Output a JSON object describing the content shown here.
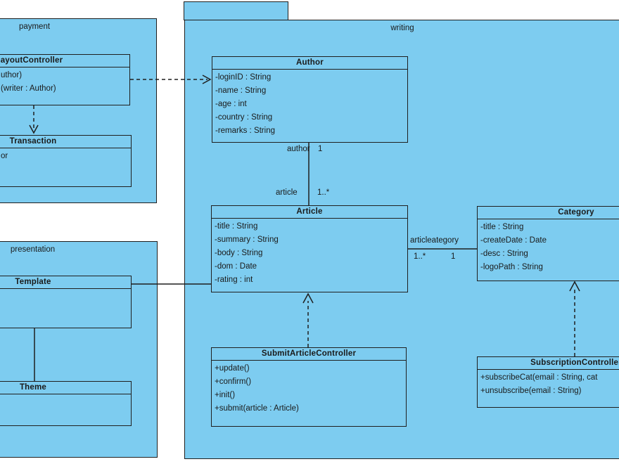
{
  "diagram": {
    "type": "uml-class-diagram",
    "colors": {
      "fill": "#7dccf0",
      "border": "#1f1f1f",
      "background": "#ffffff",
      "text": "#1a1a1a"
    }
  },
  "packages": [
    {
      "label": "payment"
    },
    {
      "label": "writing"
    },
    {
      "label": "presentation"
    }
  ],
  "classes": [
    {
      "title": "ayoutController",
      "members": [
        "uthor)",
        "(writer : Author)"
      ]
    },
    {
      "title": "Transaction",
      "members": [
        "or"
      ]
    },
    {
      "title": "Author",
      "members": [
        "-loginID : String",
        "-name : String",
        "-age : int",
        "-country : String",
        "-remarks : String"
      ]
    },
    {
      "title": "Article",
      "members": [
        "-title : String",
        "-summary : String",
        "-body : String",
        "-dom : Date",
        "-rating : int"
      ]
    },
    {
      "title": "Category",
      "members": [
        "-title : String",
        "-createDate : Date",
        "-desc : String",
        "-logoPath : String"
      ]
    },
    {
      "title": "SubmitArticleController",
      "members": [
        "+update()",
        "+confirm()",
        "+init()",
        "+submit(article : Article)"
      ]
    },
    {
      "title": "SubscriptionController",
      "members": [
        "+subscribeCat(email : String, cat",
        "+unsubscribe(email : String)"
      ]
    },
    {
      "title": "Template",
      "members": []
    },
    {
      "title": "Theme",
      "members": []
    }
  ],
  "associations": {
    "author_article": {
      "role_author": "author",
      "mult_author": "1",
      "role_article": "article",
      "mult_article": "1..*"
    },
    "article_category": {
      "label": "articleategory",
      "mult_article": "1..*",
      "mult_category": "1"
    }
  }
}
